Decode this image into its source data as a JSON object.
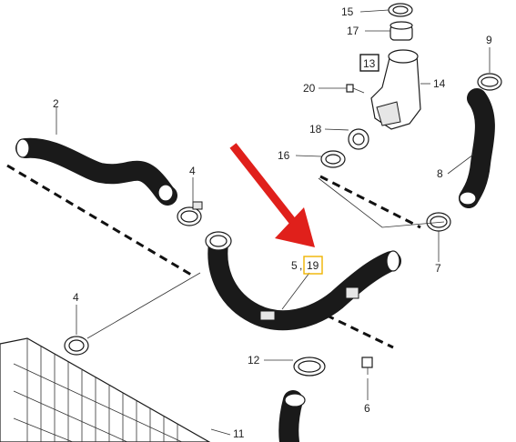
{
  "callouts": {
    "c15": "15",
    "c17": "17",
    "c13": "13",
    "c14": "14",
    "c20": "20",
    "c9": "9",
    "c2": "2",
    "c18": "18",
    "c16": "16",
    "c8": "8",
    "c4a": "4",
    "c5": "5",
    "c19": "19",
    "c7": "7",
    "c4b": "4",
    "c12": "12",
    "c6": "6",
    "c11": "11"
  },
  "separator": ",",
  "colors": {
    "arrow": "#e0201b",
    "highlight_box": "#f0b400",
    "line": "#1a1a1a"
  },
  "icons": {
    "pointer": "red-arrow-icon"
  }
}
